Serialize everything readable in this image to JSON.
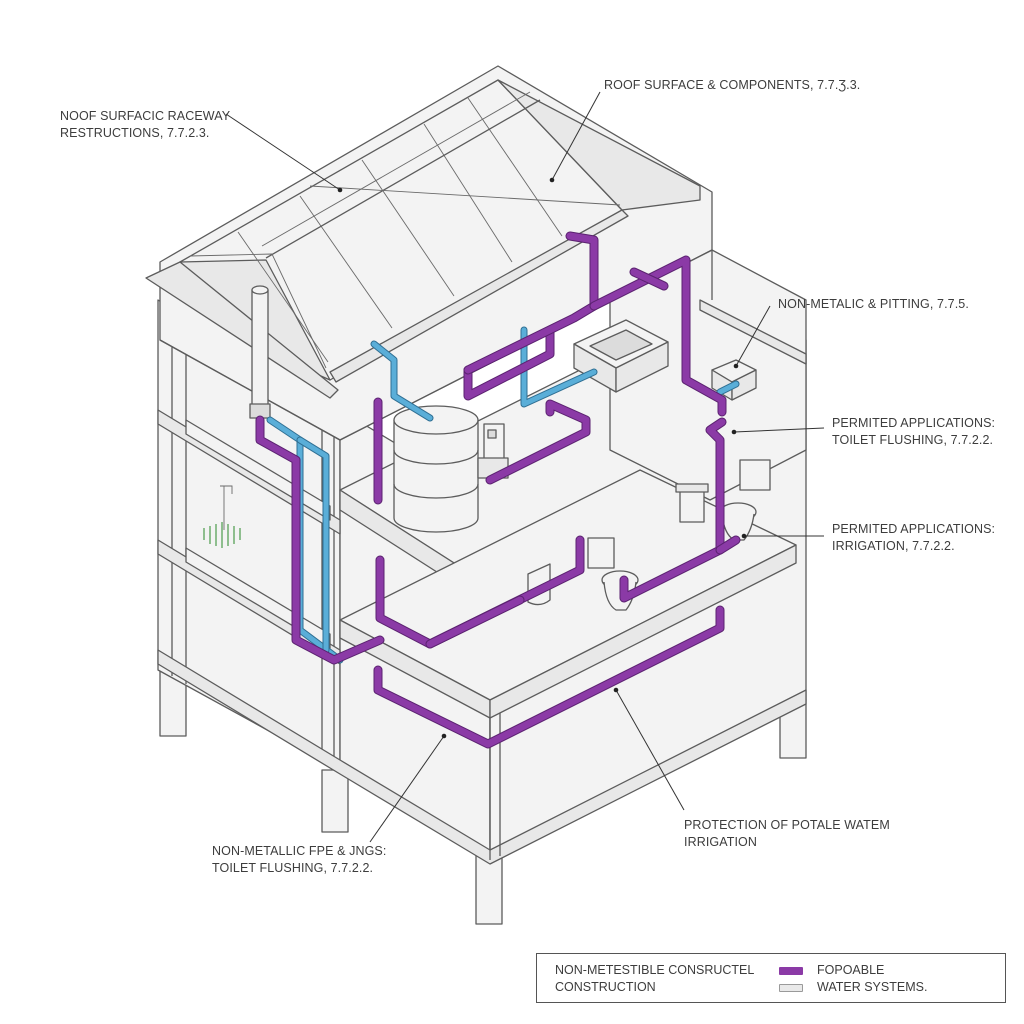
{
  "colors": {
    "purple_pipe": "#8b3aa6",
    "blue_pipe": "#5aaed8",
    "line": "#5a5a5a",
    "fill_light": "#f2f2f2",
    "fill_mid": "#e6e6e6"
  },
  "callouts": {
    "roof_raceway_line1": "NOOF SURFACIC RACEWAY",
    "roof_raceway_line2": "RESTRUCTIONS, 7.7.2.3.",
    "roof_surface": "ROOF SURFACE & COMPONENTS, 7.7.Ʒ.3.",
    "non_metalic_pitting": "NON-METALIC & PITTING, 7.7.5.",
    "toilet_flushing_line1": "PERMITED APPLICATIONS:",
    "toilet_flushing_line2": "TOILET FLUSHING, 7.7.2.2.",
    "irrigation_line1": "PERMITED APPLICATIONS:",
    "irrigation_line2": "IRRIGATION, 7.7.2.2.",
    "protection_line1": "PROTECTION OF POTALE WATEM",
    "protection_line2": "IRRIGATION",
    "non_metallic_pipe_line1": "NON-METALLIC FPE & JNGS:",
    "non_metallic_pipe_line2": "TOILET FLUSHING, 7.7.2.2."
  },
  "legend": {
    "left_line1": "NON-METESTIBLE CONSRUCTEL",
    "left_line2": "CONSTRUCTION",
    "item1_label": "FOPOABLE",
    "item2_label": "WATER SYSTEMS."
  }
}
